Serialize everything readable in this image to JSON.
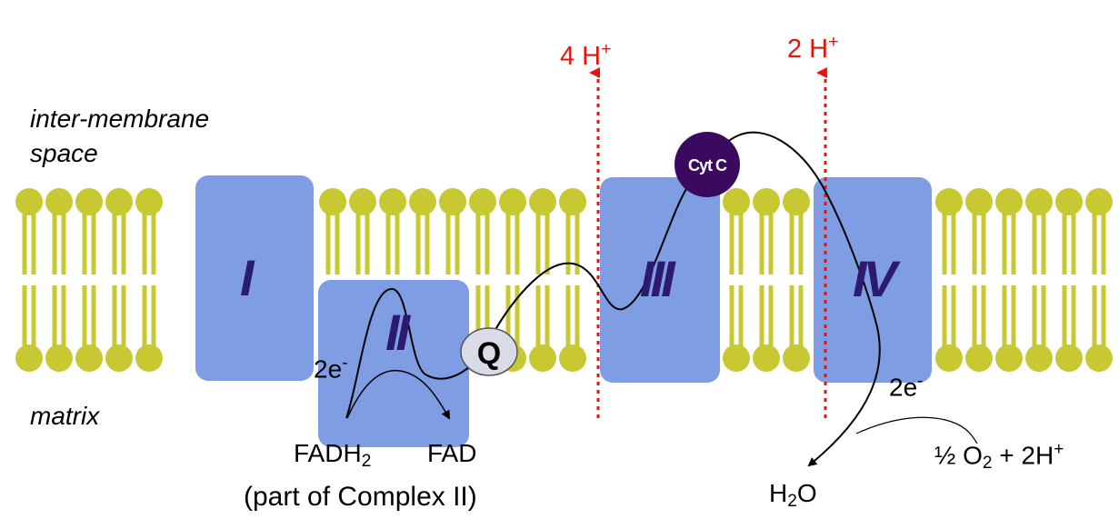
{
  "labels": {
    "intermembrane_line1": "inter-membrane",
    "intermembrane_line2": "space",
    "matrix": "matrix"
  },
  "complexes": {
    "c1": "I",
    "c2": "II",
    "c3": "III",
    "c4": "IV"
  },
  "carriers": {
    "q": "Q",
    "cytc": "Cyt C"
  },
  "protons": {
    "left": {
      "value": "4 H",
      "charge": "+"
    },
    "right": {
      "value": "2 H",
      "charge": "+"
    }
  },
  "electrons": {
    "left": {
      "value": "2e",
      "charge": "-"
    },
    "right": {
      "value": "2e",
      "charge": "-"
    }
  },
  "molecules": {
    "fadh2_base": "FADH",
    "fadh2_sub": "2",
    "fad": "FAD",
    "part_of_complex": "(part of Complex II)",
    "water_base1": "H",
    "water_sub": "2",
    "water_base2": "O",
    "oxygen_half": "½ O",
    "oxygen_sub": "2",
    "oxygen_rest": " + 2H",
    "oxygen_charge": "+"
  },
  "colors": {
    "lipid": "#c8c832",
    "complex": "#7f9de3",
    "complex_label": "#2b1a6e",
    "cytc": "#3a0a5e",
    "q_fill": "#d9dbe6",
    "proton_arrow": "#e8140c"
  }
}
